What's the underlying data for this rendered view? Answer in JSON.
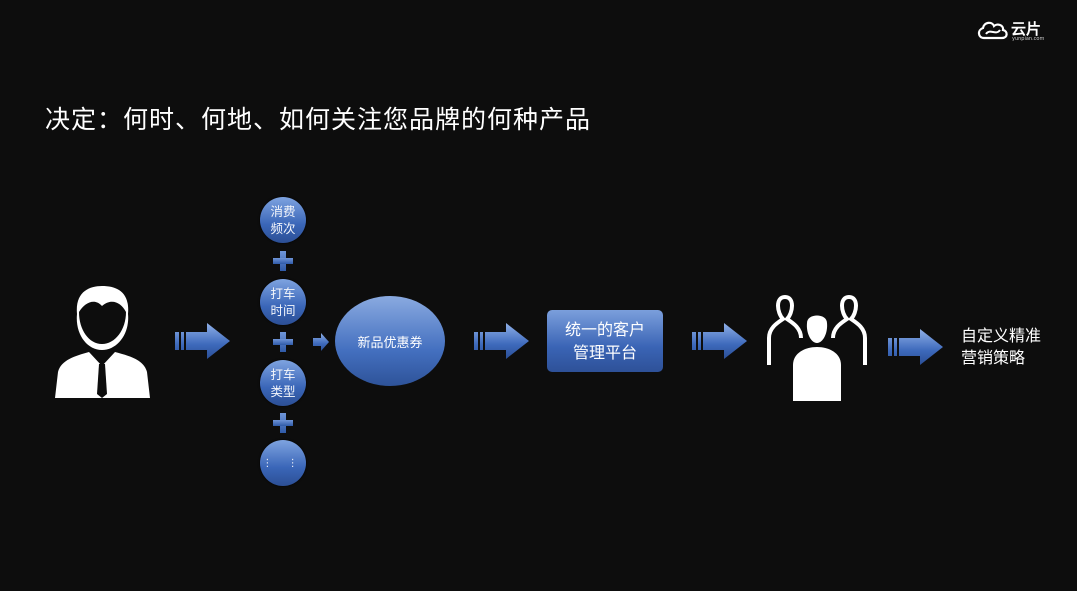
{
  "logo": {
    "brand": "云片",
    "domain": "yunpian.com"
  },
  "title": "决定：何时、何地、如何关注您品牌的何种产品",
  "factors": [
    {
      "line1": "消费",
      "line2": "频次"
    },
    {
      "line1": "打车",
      "line2": "时间"
    },
    {
      "line1": "打车",
      "line2": "类型"
    }
  ],
  "more_factors": "⋮ ⋮",
  "coupon": "新品优惠券",
  "platform": {
    "line1": "统一的客户",
    "line2": "管理平台"
  },
  "strategy": {
    "line1": "自定义精准",
    "line2": "营销策略"
  },
  "colors": {
    "background": "#0d0d0d",
    "accent": "#3a66b8"
  }
}
